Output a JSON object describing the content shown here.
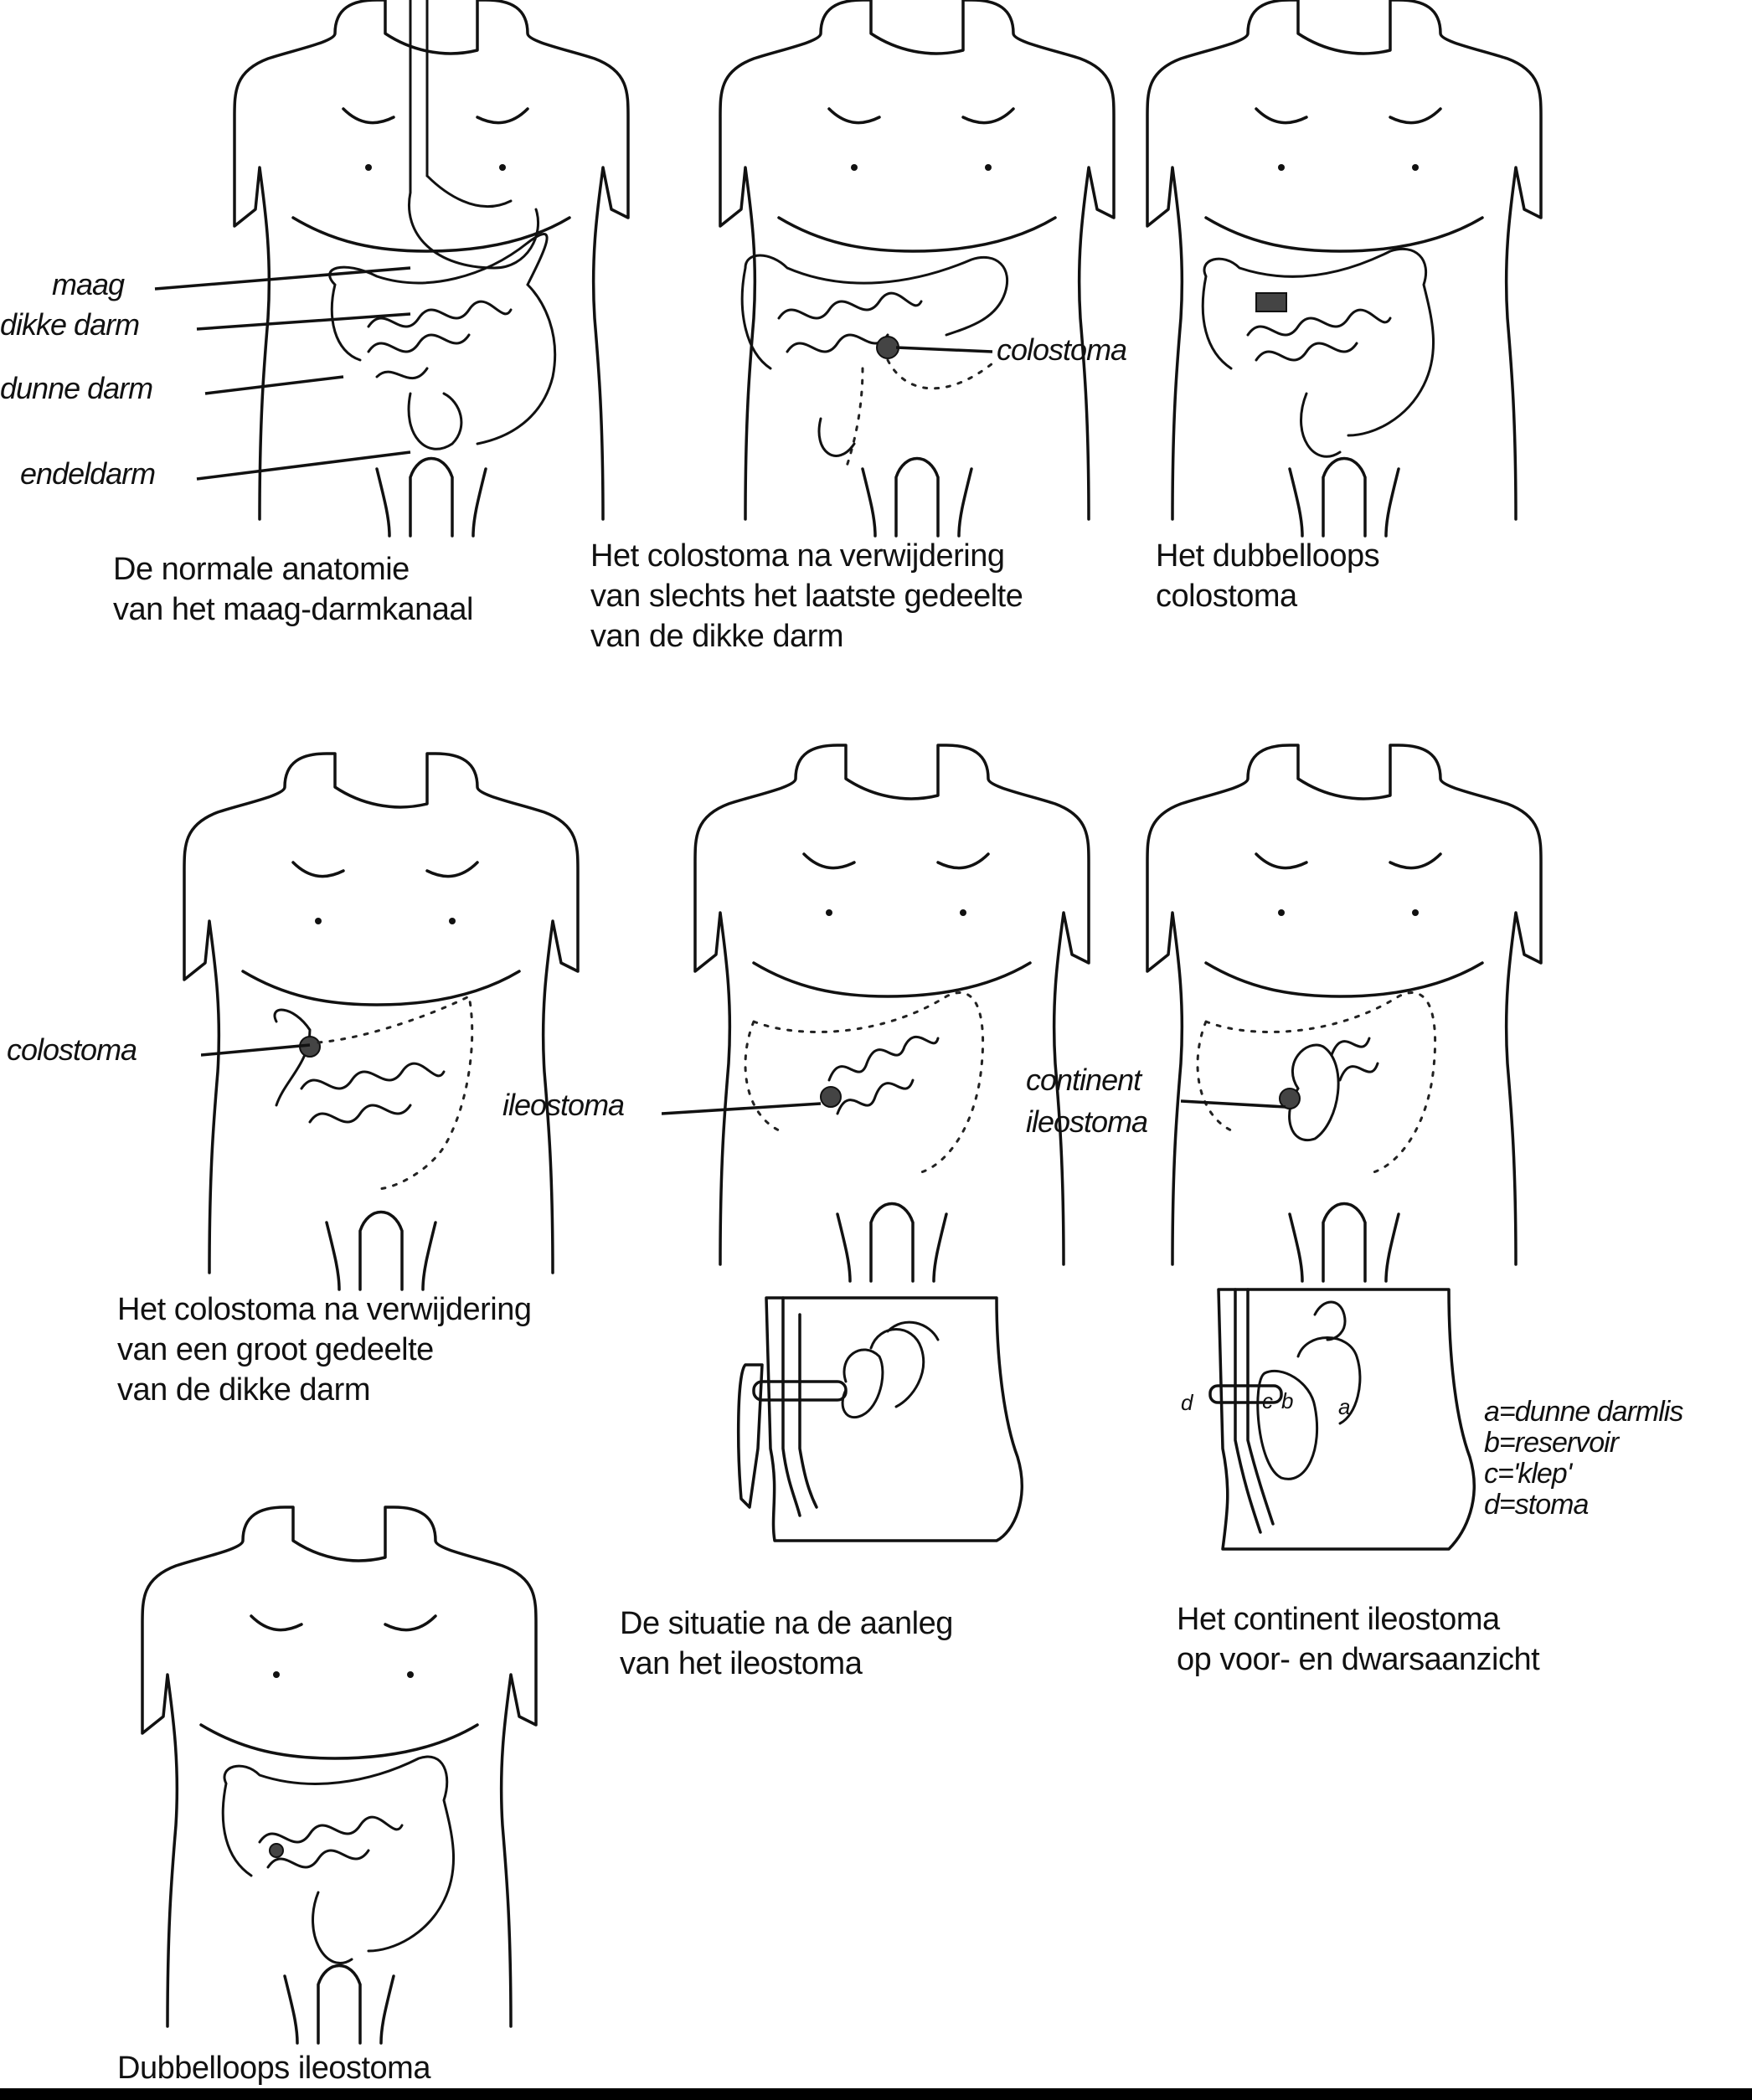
{
  "figures": [
    {
      "id": "fig1",
      "caption": [
        "De normale anatomie",
        "van het maag-darmkanaal"
      ],
      "labels": [
        "maag",
        "dikke darm",
        "dunne darm",
        "endeldarm"
      ]
    },
    {
      "id": "fig2",
      "caption": [
        "Het colostoma na verwijdering",
        "van slechts het laatste gedeelte",
        "van de dikke darm"
      ],
      "labels": [
        "colostoma"
      ]
    },
    {
      "id": "fig3",
      "caption": [
        "Het dubbelloops",
        "colostoma"
      ],
      "labels": []
    },
    {
      "id": "fig4",
      "caption": [
        "Het colostoma na verwijdering",
        "van een groot gedeelte",
        "van de dikke darm"
      ],
      "labels": [
        "colostoma"
      ]
    },
    {
      "id": "fig5",
      "caption": [
        "De situatie na de aanleg",
        "van het ileostoma"
      ],
      "labels": [
        "ileostoma"
      ]
    },
    {
      "id": "fig6",
      "caption": [
        "Het continent ileostoma",
        "op voor- en dwarsaanzicht"
      ],
      "labels": [
        "continent",
        "ileostoma"
      ],
      "section_letters": [
        "d",
        "c",
        "b",
        "a"
      ],
      "legend": [
        "a=dunne darmlis",
        "b=reservoir",
        "c='klep'",
        "d=stoma"
      ]
    },
    {
      "id": "fig7",
      "caption": [
        "Dubbelloops ileostoma"
      ],
      "labels": []
    }
  ]
}
